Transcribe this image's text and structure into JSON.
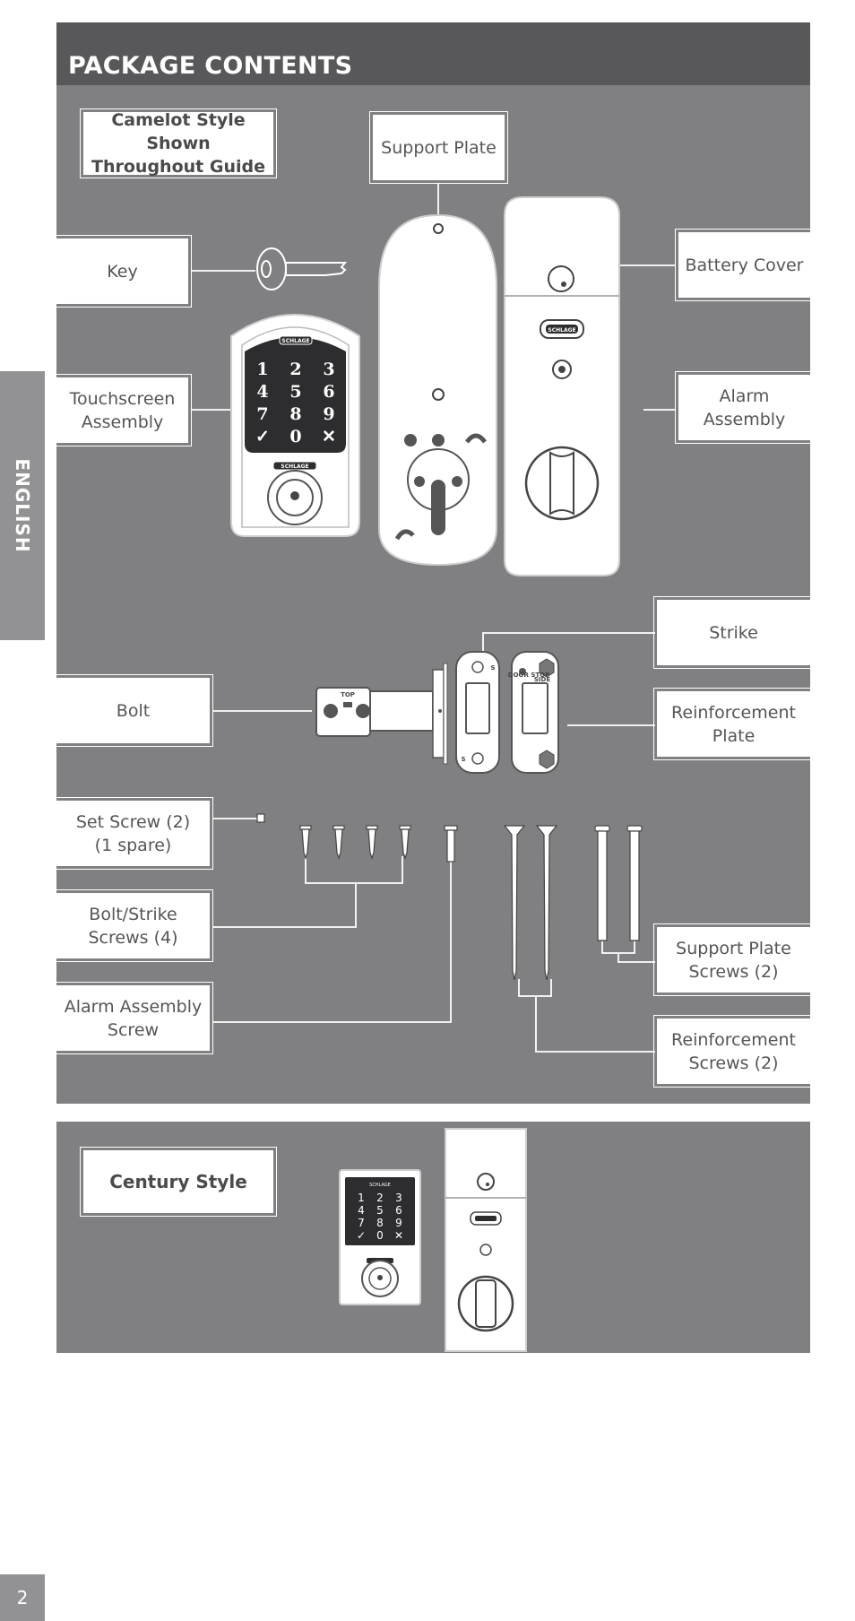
{
  "header": {
    "title": "PACKAGE CONTENTS"
  },
  "side_tab": {
    "label": "ENGLISH"
  },
  "page_number": "2",
  "main_panel": {
    "style_note": "Camelot Style Shown\nThroughout Guide",
    "labels": {
      "support_plate": "Support Plate",
      "key": "Key",
      "battery_cover": "Battery Cover",
      "touchscreen_assembly": "Touchscreen\nAssembly",
      "alarm_assembly": "Alarm\nAssembly",
      "strike": "Strike",
      "bolt": "Bolt",
      "reinforcement_plate": "Reinforcement\nPlate",
      "set_screw": "Set Screw (2)\n(1 spare)",
      "bolt_strike_screws": "Bolt/Strike\nScrews (4)",
      "support_plate_screws": "Support Plate\nScrews (2)",
      "alarm_assembly_screw": "Alarm Assembly\nScrew",
      "reinforcement_screws": "Reinforcement\nScrews (2)"
    },
    "keypad_keys": [
      "1",
      "2",
      "3",
      "4",
      "5",
      "6",
      "7",
      "8",
      "9",
      "✓",
      "0",
      "✕"
    ],
    "brand_badge": "SCHLAGE",
    "bolt_top_mark": "TOP",
    "strike_marks": {
      "s_top": "S",
      "s_bottom": "S",
      "door_stop": "DOOR\nSTOP",
      "side": "SIDE"
    }
  },
  "century_panel": {
    "title": "Century Style",
    "keypad_keys": [
      "1",
      "2",
      "3",
      "4",
      "5",
      "6",
      "7",
      "8",
      "9",
      "✓",
      "0",
      "✕"
    ],
    "brand_badge": "SCHLAGE"
  },
  "colors": {
    "header": "#58585a",
    "panel": "#808083",
    "side_tab": "#929295",
    "label_text": "#555557"
  }
}
